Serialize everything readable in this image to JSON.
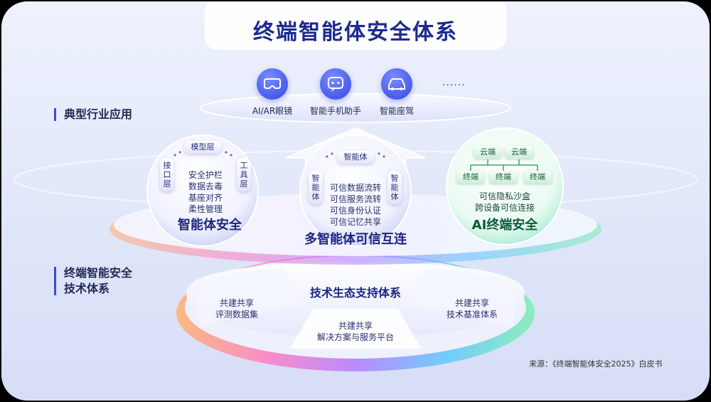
{
  "title": "终端智能体安全体系",
  "side_labels": {
    "industry": "典型行业应用",
    "tech_line1": "终端智能安全",
    "tech_line2": "技术体系"
  },
  "applications": [
    {
      "icon": "vr-glasses-icon",
      "label": "AI/AR眼镜"
    },
    {
      "icon": "chat-assistant-icon",
      "label": "智能手机助手"
    },
    {
      "icon": "car-icon",
      "label": "智能座驾"
    }
  ],
  "more_dots": "......",
  "bubbles": {
    "agent_security": {
      "layer_left": "接口层",
      "layer_top": "模型层",
      "layer_right": "工具层",
      "items": [
        "安全护栏",
        "数据去毒",
        "基座对齐",
        "柔性管理"
      ],
      "title": "智能体安全"
    },
    "multi_agent": {
      "node_top": "智能体",
      "node_left": "智能体",
      "node_right": "智能体",
      "items": [
        "可信数据流转",
        "可信服务流转",
        "可信身份认证",
        "可信记忆共享"
      ],
      "title": "多智能体可信互连"
    },
    "ai_terminal": {
      "cloud_nodes": [
        "云端",
        "云端"
      ],
      "terminal_nodes": [
        "终端",
        "终端",
        "终端"
      ],
      "items": [
        "可信隐私沙盒",
        "跨设备可信连接"
      ],
      "title": "AI终端安全"
    }
  },
  "ecosystem": {
    "title": "技术生态支持体系",
    "left": {
      "line1": "共建共享",
      "line2": "评测数据集"
    },
    "center": {
      "line1": "共建共享",
      "line2": "解决方案与服务平台"
    },
    "right": {
      "line1": "共建共享",
      "line2": "技术基准体系"
    }
  },
  "source": "来源：《终端智能体安全2025》白皮书",
  "colors": {
    "primary": "#1d2a8f",
    "accent": "#3347e6",
    "green": "#0c5a3a"
  }
}
